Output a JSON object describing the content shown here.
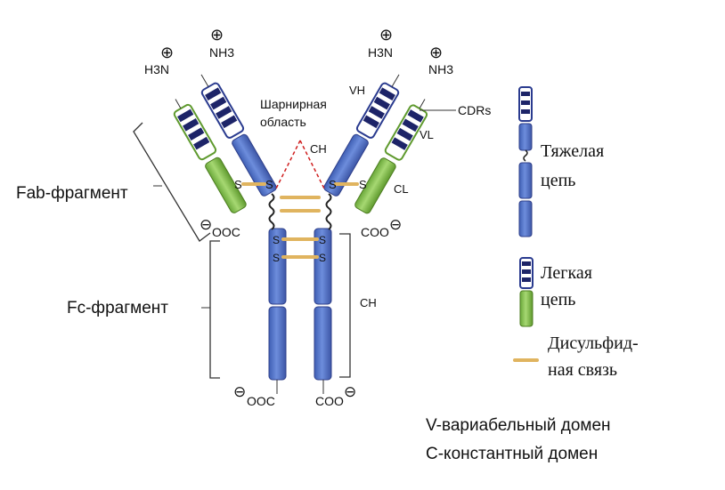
{
  "labels": {
    "hinge_line1": "Шарнирная",
    "hinge_line2": "область",
    "vh": "VH",
    "vl": "VL",
    "ch_upper": "CH",
    "ch_lower": "CH",
    "cl": "CL",
    "cdrs": "CDRs",
    "fab": "Fab-фрагмент",
    "fc": "Fc-фрагмент",
    "nh3": "NH3",
    "h3n": "H3N",
    "coo": "COO",
    "ooc": "OOC",
    "s": "S"
  },
  "legend": {
    "heavy_line1": "Тяжелая",
    "heavy_line2": "цепь",
    "light_line1": "Легкая",
    "light_line2": "цепь",
    "disulfide_line1": "Дисульфид-",
    "disulfide_line2": "ная связь"
  },
  "notes": {
    "v_domain": "V-вариабельный домен",
    "c_domain": "С-константный домен"
  },
  "colors": {
    "heavy_chain": "#5b7fd0",
    "light_chain": "#8cc751",
    "disulfide_bond": "#e0b45f",
    "hinge_marker": "#d02020",
    "cdr_band": "#1d2468"
  }
}
